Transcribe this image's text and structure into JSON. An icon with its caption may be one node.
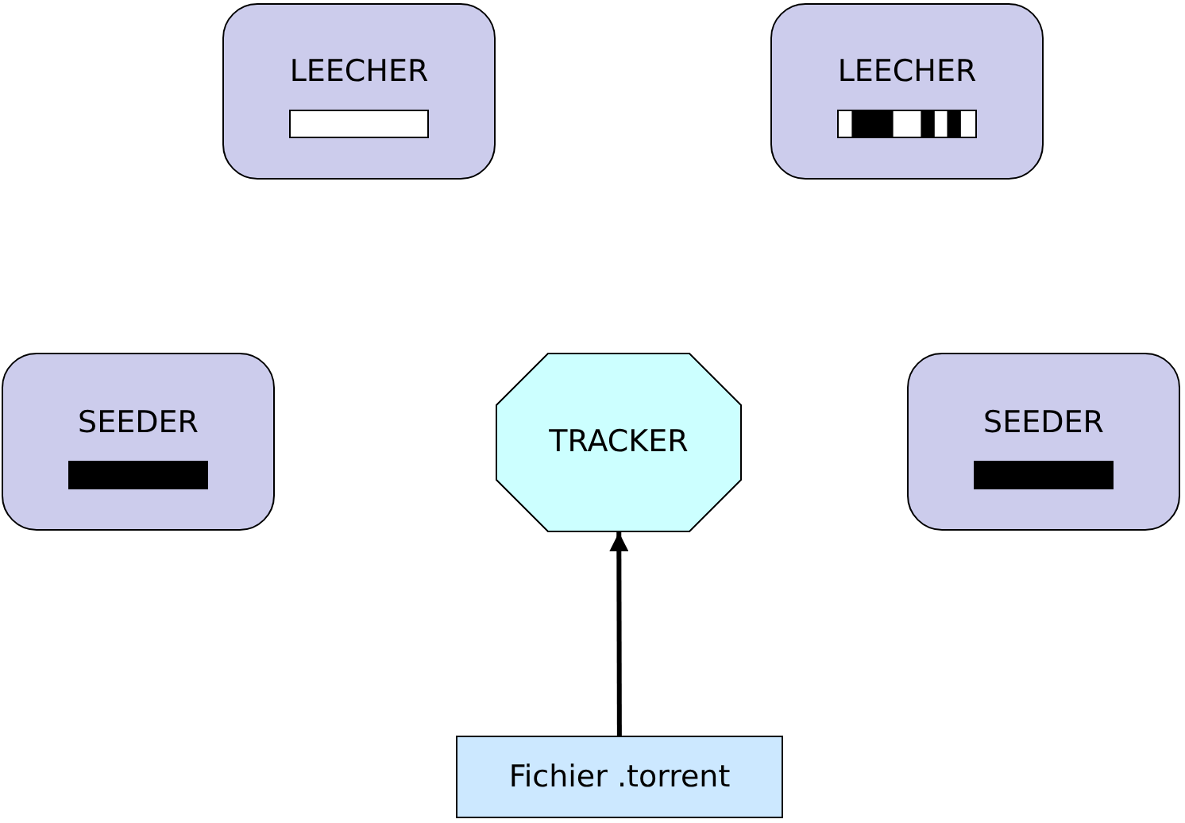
{
  "diagram": {
    "nodes": [
      {
        "text": [
          "LEECHER"
        ]
      },
      {
        "text": [
          "LEECHER"
        ]
      },
      {
        "text": [
          "SEEDER"
        ]
      },
      {
        "text": [
          "TRACKER"
        ]
      },
      {
        "text": [
          "SEEDER"
        ]
      },
      {
        "text": [
          "Fichier .torrent"
        ]
      }
    ],
    "edges": [
      {
        "from": 5,
        "to": 3,
        "arrow": "to"
      }
    ]
  }
}
